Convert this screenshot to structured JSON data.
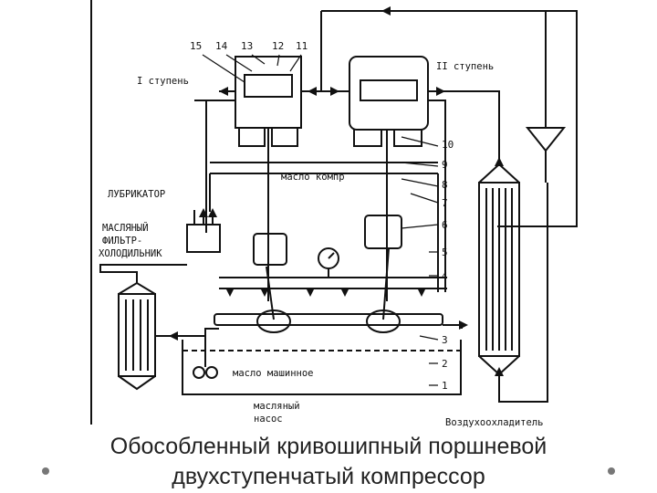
{
  "caption": {
    "line1": "Обособленный кривошипный поршневой",
    "line2": "двухступенчатый компрессор"
  },
  "diagram": {
    "labels": {
      "stage1": "I ступень",
      "stage2": "II ступень",
      "lubricator": "ЛУБРИКАТОР",
      "oil_filter_1": "МАСЛЯНЫЙ",
      "oil_filter_2": "ФИЛЬТР-",
      "oil_filter_3": "ХОЛОДИЛЬНИК",
      "oil_collector": "масло компр",
      "machine_oil": "масло машинное",
      "oil_pump_1": "масляный",
      "oil_pump_2": "насос",
      "air_cooler": "Воздухоохладитель"
    },
    "top_numbers": [
      "15",
      "14",
      "13",
      "12",
      "11"
    ],
    "side_numbers": [
      "10",
      "9",
      "8",
      "7",
      "6",
      "5",
      "4",
      "3",
      "2",
      "1"
    ]
  }
}
